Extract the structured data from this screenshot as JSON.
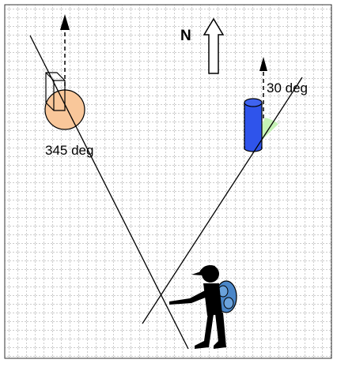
{
  "diagram": {
    "north_label": "N",
    "landmark_left": {
      "bearing_label": "345 deg",
      "bearing_deg": 345,
      "shape": "sphere-with-box"
    },
    "landmark_right": {
      "bearing_label": "30 deg",
      "bearing_deg": 30,
      "shape": "cylinder"
    },
    "observer": {
      "icon": "hiker-icon"
    },
    "colors": {
      "grid": "#9a9a9a",
      "sphere": "#f9c79a",
      "cylinder": "#2f54eb",
      "angle_wedge": "#c6f2b6",
      "backpack": "#4a86c8",
      "lines": "#000000"
    }
  }
}
